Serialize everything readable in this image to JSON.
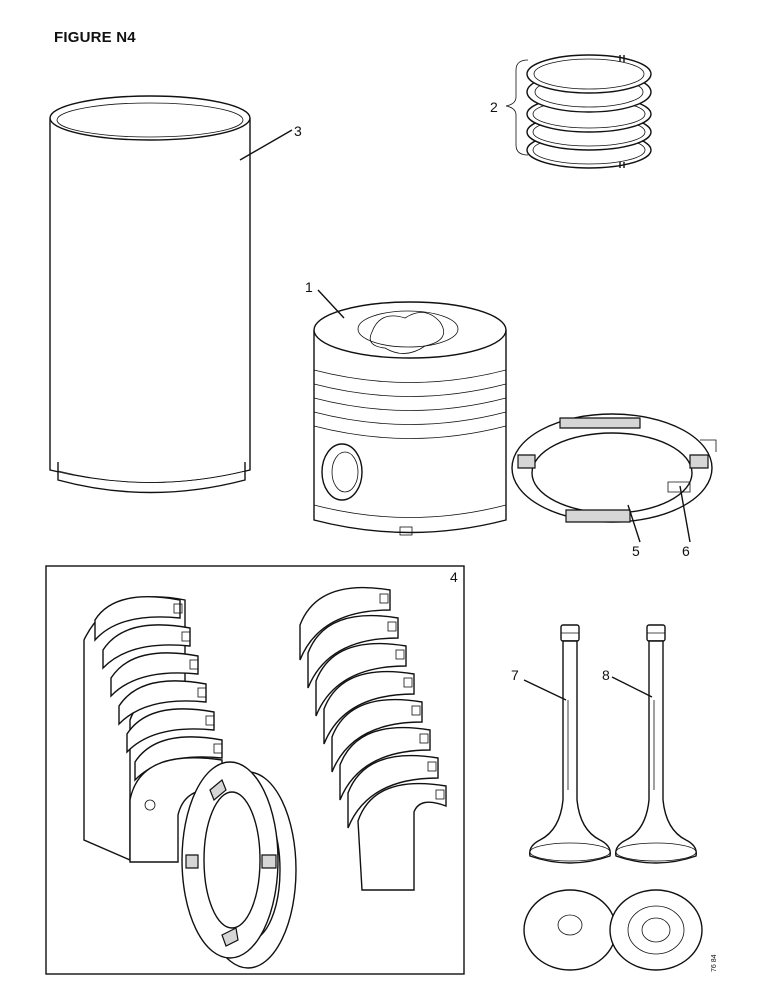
{
  "figure": {
    "title": "FIGURE N4",
    "reference_code": "76 84"
  },
  "callouts": [
    "1",
    "2",
    "3",
    "4",
    "5",
    "6",
    "7",
    "8"
  ],
  "colors": {
    "ink": "#111111",
    "paper": "#ffffff",
    "shade": "#d6d6d6"
  }
}
